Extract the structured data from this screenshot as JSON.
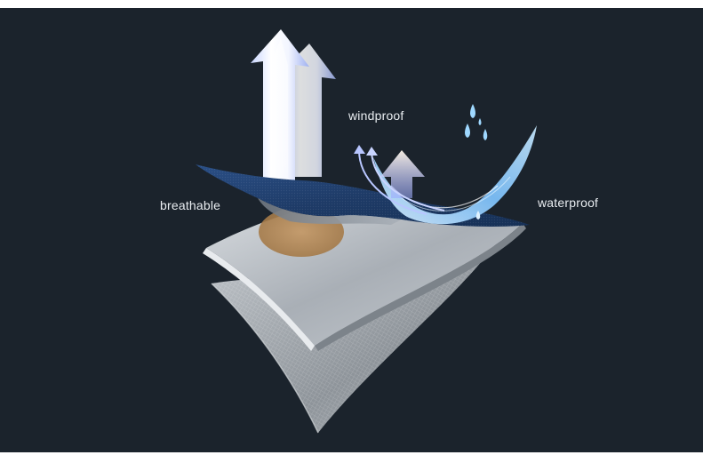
{
  "labels": {
    "windproof": "windproof",
    "breathable": "breathable",
    "waterproof": "waterproof"
  },
  "colors": {
    "background": "#1b232c",
    "outer_layer": "#1f3c68",
    "membrane": "#b9bec4",
    "lining": "#9aa0a6",
    "breathable_spot": "#b58a57",
    "water": "#8fd0ff",
    "wind": "#a6b8ff"
  },
  "icons": [
    "breathable-arrows-icon",
    "wind-arrows-icon",
    "water-drops-icon"
  ]
}
